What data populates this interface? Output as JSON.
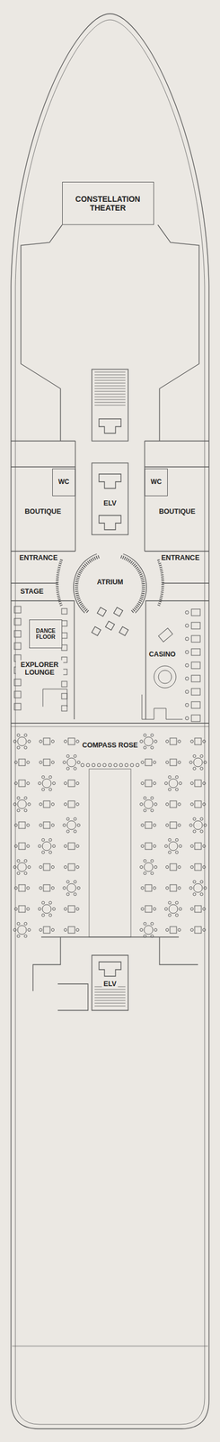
{
  "diagram": {
    "nodes": [
      {
        "text": [
          "CONSTELLATION THEATER"
        ]
      },
      {
        "text": [
          "WC"
        ]
      },
      {
        "text": [
          "WC"
        ]
      },
      {
        "text": [
          "DANCE FLOOR"
        ]
      }
    ],
    "labels": [
      "ELV",
      "BOUTIQUE",
      "BOUTIQUE",
      "ENTRANCE",
      "ENTRANCE",
      "ATRIUM",
      "STAGE",
      "CASINO",
      "EXPLORER LOUNGE",
      "COMPASS ROSE",
      "ELV"
    ]
  }
}
